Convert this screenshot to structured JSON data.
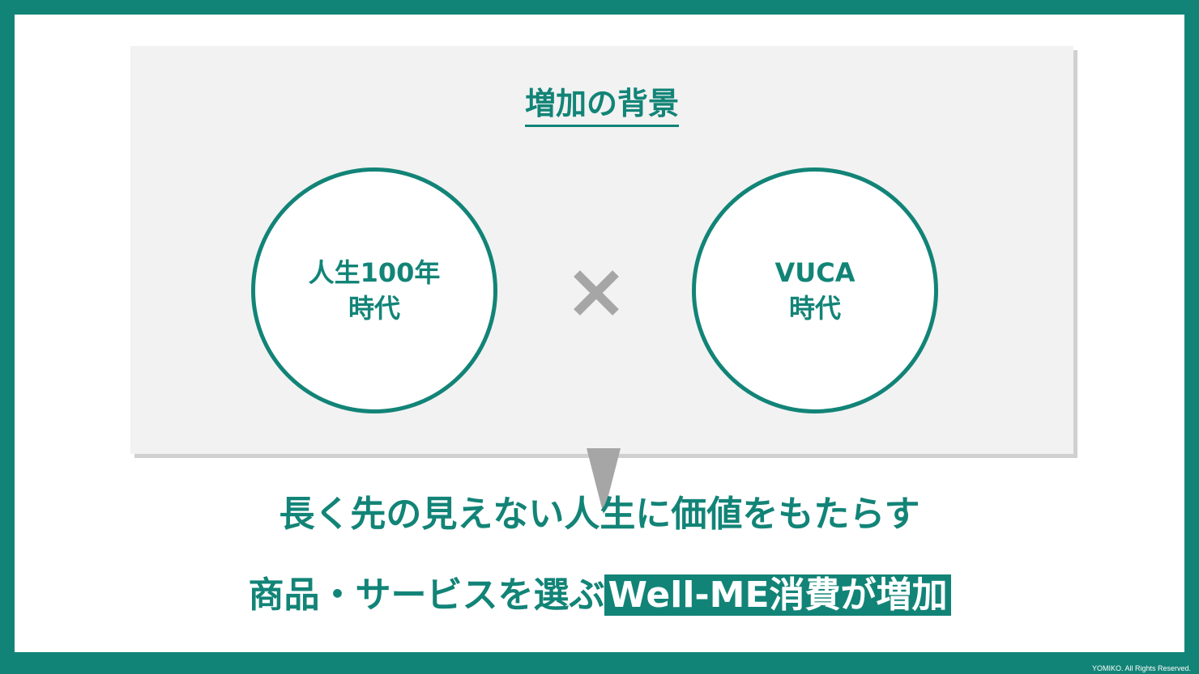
{
  "panel": {
    "title": "増加の背景",
    "left_circle": {
      "line1": "人生100年",
      "line2": "時代"
    },
    "right_circle": {
      "line1": "VUCA",
      "line2": "時代"
    },
    "operator_icon": "multiply-icon"
  },
  "message": {
    "line1": "長く先の見えない人生に価値をもたらす",
    "line2_prefix": "商品・サービスを選ぶ",
    "line2_highlight": "Well-ME消費が増加"
  },
  "footer": {
    "copyright": "YOMIKO. All Rights Reserved."
  },
  "colors": {
    "accent": "#128477",
    "panel_bg": "#f2f2f2",
    "operator": "#a6a6a6"
  }
}
